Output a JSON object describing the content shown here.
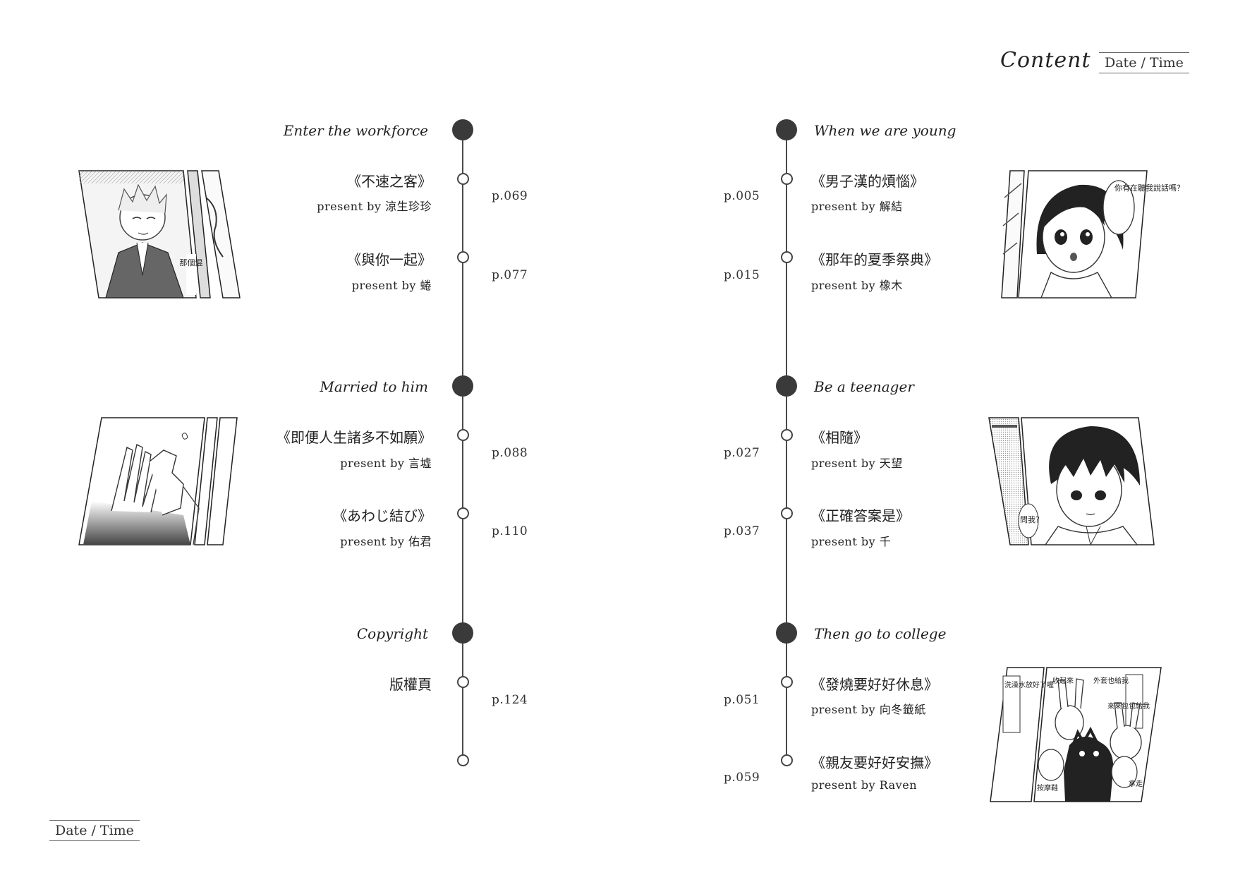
{
  "header": {
    "title": "Content",
    "date_time": "Date / Time"
  },
  "footer": {
    "date_time": "Date / Time"
  },
  "left": {
    "sections": [
      {
        "heading": "Enter the workforce",
        "entries": [
          {
            "title": "《不速之客》",
            "byline": "present by 涼生珍珍",
            "page": "p.069"
          },
          {
            "title": "《與你一起》",
            "byline": "present by 蜷",
            "page": "p.077"
          }
        ]
      },
      {
        "heading": "Married to him",
        "entries": [
          {
            "title": "《即便人生諸多不如願》",
            "byline": "present by 言墟",
            "page": "p.088"
          },
          {
            "title": "《あわじ結び》",
            "byline": "present by 佑君",
            "page": "p.110"
          }
        ]
      },
      {
        "heading": "Copyright",
        "entries": [
          {
            "title": "版權頁",
            "byline": "",
            "page": "p.124"
          }
        ]
      }
    ]
  },
  "right": {
    "sections": [
      {
        "heading": "When we are young",
        "entries": [
          {
            "title": "《男子漢的煩惱》",
            "byline": "present by 解結",
            "page": "p.005"
          },
          {
            "title": "《那年的夏季祭典》",
            "byline": "present by 橡木",
            "page": "p.015"
          }
        ]
      },
      {
        "heading": "Be a teenager",
        "entries": [
          {
            "title": "《相隨》",
            "byline": "present by 天望",
            "page": "p.027"
          },
          {
            "title": "《正確答案是》",
            "byline": "present by 千",
            "page": "p.037"
          }
        ]
      },
      {
        "heading": "Then go to college",
        "entries": [
          {
            "title": "《發燒要好好休息》",
            "byline": "present by 向冬籤紙",
            "page": "p.051"
          },
          {
            "title": "《親友要好好安撫》",
            "byline": "present by Raven",
            "page": "p.059"
          }
        ]
      }
    ]
  },
  "illustrations": {
    "panel_1_text": "那個混",
    "panel_4_text": "你有在聽我說話嗎？",
    "panel_5_text": "問我？",
    "panel_6_texts": [
      "洗澡水放好了喔",
      "收起來",
      "外套也給我",
      "來來包包給我",
      "拿走",
      "按摩鞋"
    ]
  }
}
